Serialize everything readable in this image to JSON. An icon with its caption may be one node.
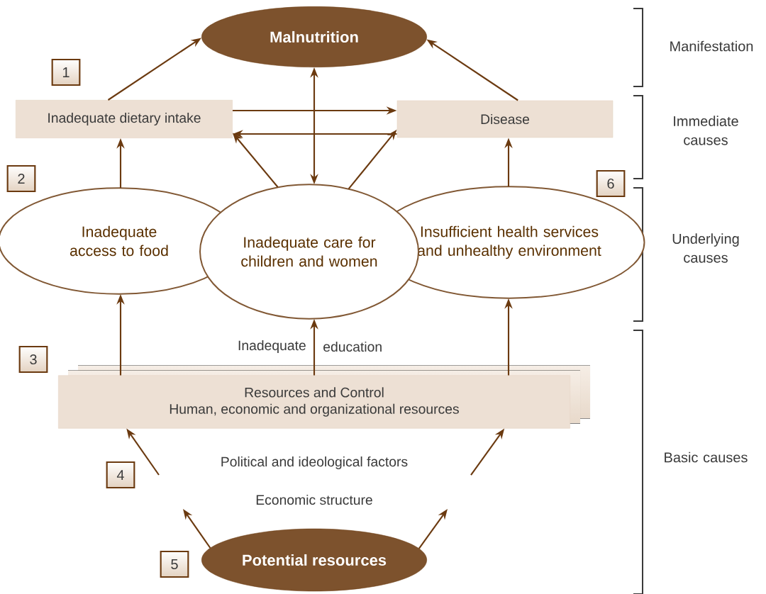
{
  "diagram": {
    "nodes": [
      {
        "text": [
          "Malnutrition"
        ]
      },
      {
        "text": [
          "Inadequate dietary intake"
        ]
      },
      {
        "text": [
          "Disease"
        ]
      },
      {
        "text": [
          "Inadequate access to food"
        ]
      },
      {
        "text": [
          "Inadequate care for children and women"
        ]
      },
      {
        "text": [
          "Insufficient health services and unhealthy environment"
        ]
      },
      {
        "text": [
          "Resources and Control",
          "Human, economic and organizational resources"
        ]
      },
      {
        "text": [
          "Potential resources"
        ]
      }
    ],
    "edges": [
      {
        "from": 1,
        "to": 0,
        "arrow": "to"
      },
      {
        "from": 2,
        "to": 0,
        "arrow": "to"
      },
      {
        "from": 1,
        "to": 2,
        "arrow": "to"
      },
      {
        "from": 2,
        "to": 1,
        "arrow": "to"
      },
      {
        "from": 0,
        "to": 4,
        "arrow": "both"
      },
      {
        "from": 3,
        "to": 1,
        "arrow": "to"
      },
      {
        "from": 4,
        "to": 1,
        "arrow": "to"
      },
      {
        "from": 4,
        "to": 2,
        "arrow": "to"
      },
      {
        "from": 5,
        "to": 2,
        "arrow": "to"
      },
      {
        "from": 6,
        "to": 3,
        "arrow": "to"
      },
      {
        "from": 6,
        "to": 4,
        "arrow": "to"
      },
      {
        "from": 6,
        "to": 5,
        "arrow": "to"
      },
      {
        "from": null,
        "to": 6,
        "arrow": "to"
      },
      {
        "from": null,
        "to": 6,
        "arrow": "to"
      },
      {
        "from": 7,
        "to": null,
        "arrow": "to"
      },
      {
        "from": 7,
        "to": null,
        "arrow": "to"
      }
    ],
    "labels": [
      "Manifestation",
      "1",
      "Immediate causes",
      "2",
      "6",
      "Underlying causes",
      "Inadequate",
      "education",
      "3",
      "Basic causes",
      "4",
      "Political and ideological factors",
      "Economic structure",
      "5"
    ]
  }
}
